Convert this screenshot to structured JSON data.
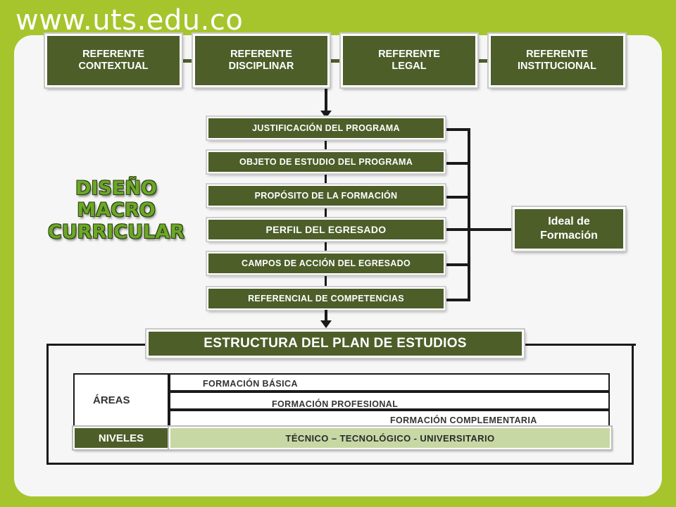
{
  "site_url": "www.uts.edu.co",
  "referentes": [
    {
      "line1": "REFERENTE",
      "line2": "CONTEXTUAL"
    },
    {
      "line1": "REFERENTE",
      "line2": "DISCIPLINAR"
    },
    {
      "line1": "REFERENTE",
      "line2": "LEGAL"
    },
    {
      "line1": "REFERENTE",
      "line2": "INSTITUCIONAL"
    }
  ],
  "steps": [
    "JUSTIFICACIÓN DEL PROGRAMA",
    "OBJETO DE ESTUDIO DEL PROGRAMA",
    "PROPÓSITO DE LA FORMACIÓN",
    "PERFIL DEL EGRESADO",
    "CAMPOS DE ACCIÓN DEL EGRESADO",
    "REFERENCIAL DE COMPETENCIAS"
  ],
  "diseno": {
    "line1": "DISEÑO",
    "line2": "MACRO",
    "line3": "CURRICULAR"
  },
  "ideal": {
    "line1": "Ideal de",
    "line2": "Formación"
  },
  "estructura": {
    "title": "ESTRUCTURA DEL PLAN DE ESTUDIOS",
    "areas_label": "ÁREAS",
    "areas": [
      "FORMACIÓN BÁSICA",
      "FORMACIÓN PROFESIONAL",
      "FORMACIÓN COMPLEMENTARIA"
    ],
    "niveles_label": "NIVELES",
    "niveles_value": "TÉCNICO – TECNOLÓGICO - UNIVERSITARIO"
  },
  "colors": {
    "background": "#a6c52d",
    "box": "#4d5e29",
    "title_text": "#6aa826",
    "niveles_fill": "#c8d8a4"
  }
}
